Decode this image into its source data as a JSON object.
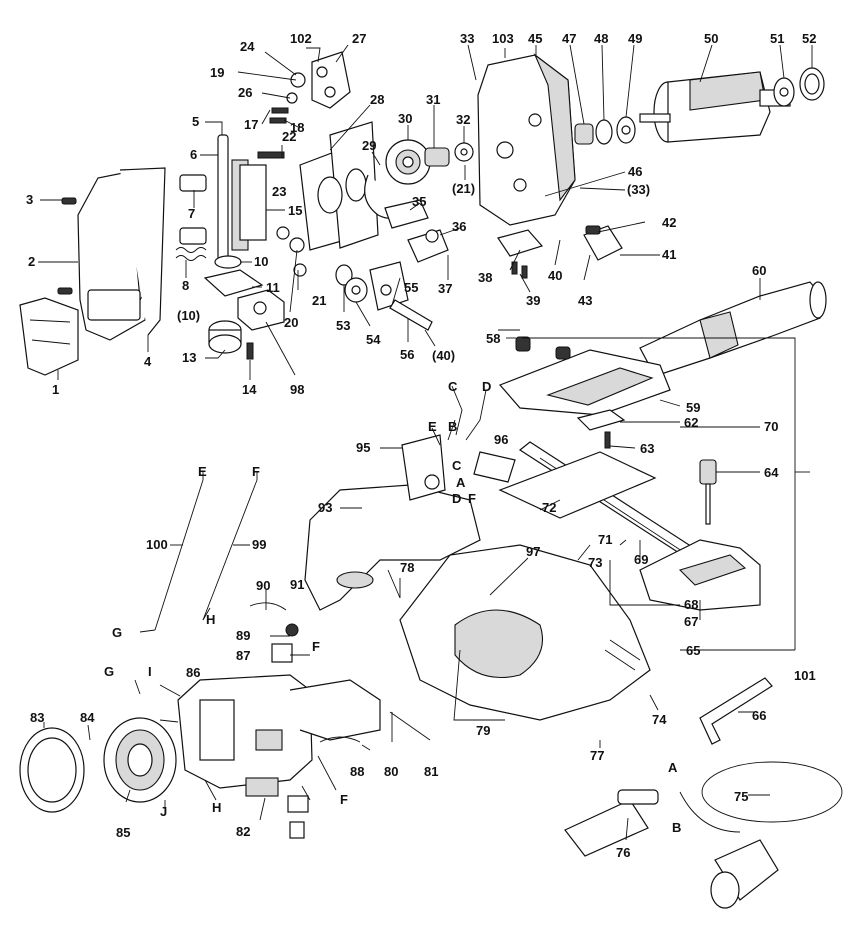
{
  "diagram": {
    "callouts": [
      "1",
      "2",
      "3",
      "4",
      "5",
      "6",
      "7",
      "8",
      "(10)",
      "10",
      "11",
      "13",
      "14",
      "15",
      "17",
      "18",
      "19",
      "20",
      "21",
      "(21)",
      "22",
      "23",
      "24",
      "26",
      "27",
      "28",
      "29",
      "30",
      "31",
      "32",
      "33",
      "(33)",
      "35",
      "36",
      "37",
      "38",
      "39",
      "40",
      "(40)",
      "41",
      "42",
      "43",
      "45",
      "46",
      "47",
      "48",
      "49",
      "50",
      "51",
      "52",
      "53",
      "54",
      "55",
      "56",
      "58",
      "59",
      "60",
      "62",
      "63",
      "64",
      "65",
      "66",
      "67",
      "68",
      "69",
      "70",
      "71",
      "72",
      "73",
      "74",
      "75",
      "76",
      "77",
      "78",
      "79",
      "80",
      "81",
      "82",
      "83",
      "84",
      "85",
      "86",
      "87",
      "88",
      "89",
      "90",
      "91",
      "93",
      "95",
      "96",
      "97",
      "98",
      "99",
      "100",
      "101",
      "102",
      "103",
      "A",
      "B",
      "C",
      "D",
      "E",
      "F",
      "G",
      "H",
      "I",
      "J"
    ]
  }
}
